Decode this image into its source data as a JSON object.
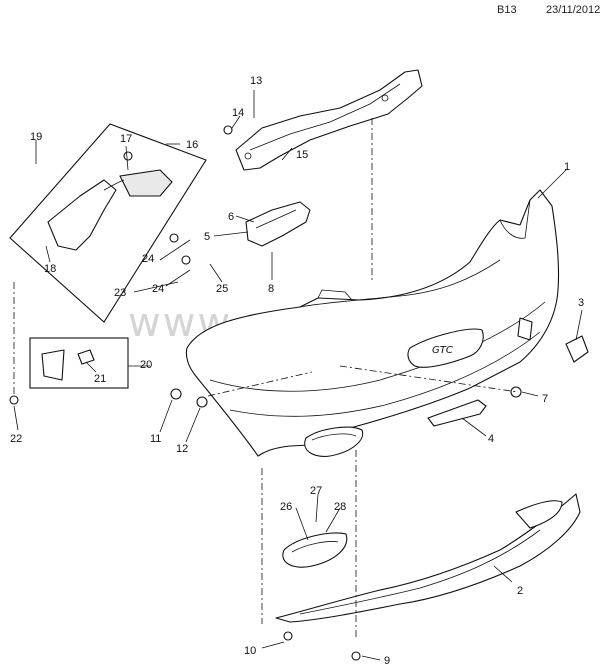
{
  "header": {
    "page_code": "B13",
    "date": "23/11/2012"
  },
  "watermark": "www.gmsklad.ru",
  "callouts": {
    "c1": "1",
    "c2": "2",
    "c3": "3",
    "c4": "4",
    "c5": "5",
    "c6": "6",
    "c7": "7",
    "c8": "8",
    "c9": "9",
    "c10": "10",
    "c11": "11",
    "c12": "12",
    "c13": "13",
    "c14": "14",
    "c15": "15",
    "c16": "16",
    "c17": "17",
    "c18": "18",
    "c19": "19",
    "c20": "20",
    "c21": "21",
    "c22": "22",
    "c23": "23",
    "c24a": "24",
    "c24b": "24",
    "c25": "25",
    "c26": "26",
    "c27": "27",
    "c28": "28"
  },
  "emblem_text": "GTC"
}
